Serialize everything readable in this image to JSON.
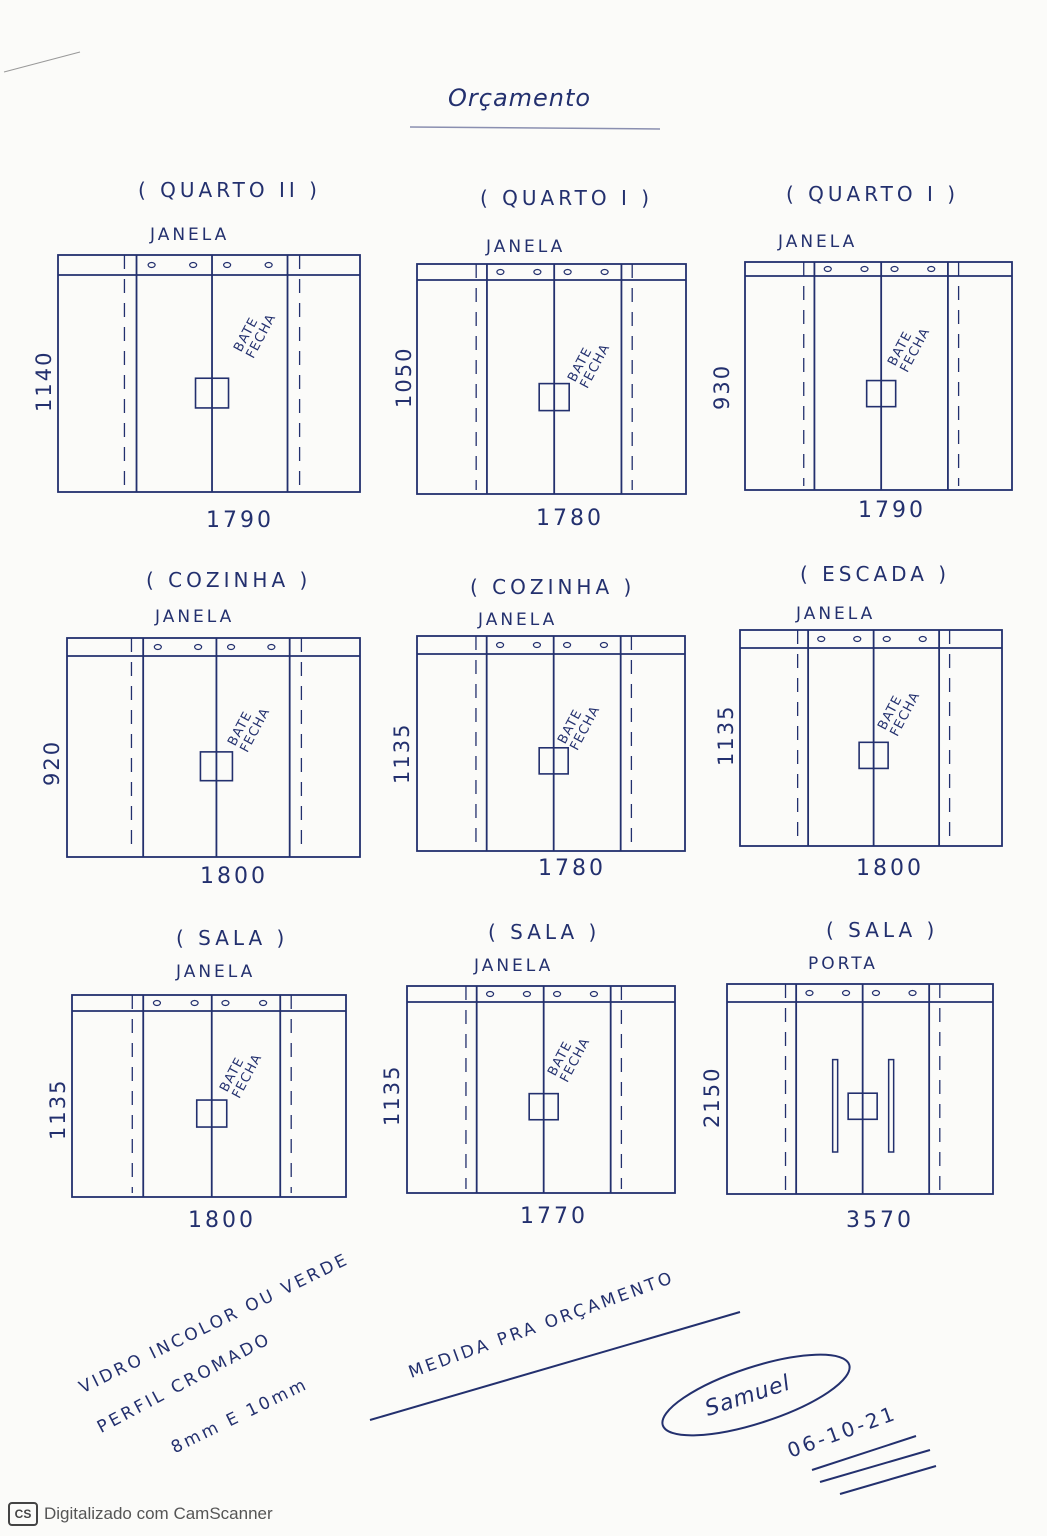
{
  "document": {
    "heading": "Orçamento",
    "windows": [
      {
        "room": "( QUARTO II )",
        "kind": "JANELA",
        "width": "1790",
        "height": "1140",
        "label": "BATE\nFECHA"
      },
      {
        "room": "( QUARTO I )",
        "kind": "JANELA",
        "width": "1780",
        "height": "1050",
        "label": "BATE\nFECHA"
      },
      {
        "room": "( QUARTO I )",
        "kind": "JANELA",
        "width": "1790",
        "height": "930",
        "label": "BATE\nFECHA"
      },
      {
        "room": "( COZINHA )",
        "kind": "JANELA",
        "width": "1800",
        "height": "920",
        "label": "BATE\nFECHA"
      },
      {
        "room": "( COZINHA )",
        "kind": "JANELA",
        "width": "1780",
        "height": "1135",
        "label": "BATE\nFECHA"
      },
      {
        "room": "( ESCADA )",
        "kind": "JANELA",
        "width": "1800",
        "height": "1135",
        "label": "BATE\nFECHA"
      },
      {
        "room": "( SALA )",
        "kind": "JANELA",
        "width": "1800",
        "height": "1135",
        "label": "BATE\nFECHA"
      },
      {
        "room": "( SALA )",
        "kind": "JANELA",
        "width": "1770",
        "height": "1135",
        "label": "BATE\nFECHA"
      },
      {
        "room": "( SALA )",
        "kind": "PORTA",
        "width": "3570",
        "height": "2150",
        "label": ""
      }
    ],
    "notes": {
      "line1": "VIDRO INCOLOR OU VERDE",
      "line2": "PERFIL CROMADO",
      "line3": "8mm E 10mm",
      "measure": "MEDIDA PRA ORÇAMENTO",
      "signature": "Samuel",
      "date": "06-10-21"
    },
    "footer": {
      "badge": "CS",
      "text": "Digitalizado com CamScanner"
    },
    "ink_color": "#23306e"
  }
}
